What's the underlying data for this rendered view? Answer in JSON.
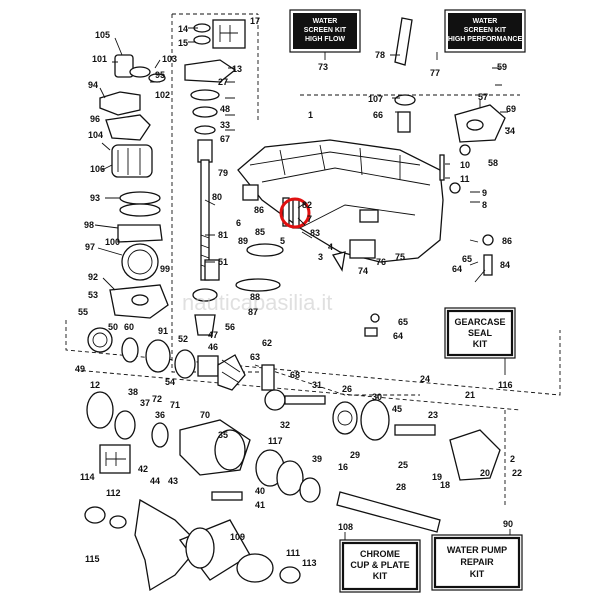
{
  "watermark": "nauticapasilia.it",
  "highlight_color": "#e01010",
  "kits": {
    "water_screen": {
      "title_lines": [
        "WATER",
        "SCREEN KIT",
        "HIGH FLOW"
      ],
      "number": "73"
    },
    "water_screen_hp": {
      "title_lines": [
        "WATER",
        "SCREEN KIT",
        "HIGH PERFORMANCE"
      ],
      "number": "77"
    },
    "gearcase_seal": {
      "title_lines": [
        "GEARCASE",
        "SEAL",
        "KIT"
      ],
      "number": "116"
    },
    "chrome_cup": {
      "title_lines": [
        "CHROME",
        "CUP & PLATE",
        "KIT"
      ],
      "number": "108"
    },
    "water_pump": {
      "title_lines": [
        "WATER PUMP",
        "REPAIR",
        "KIT"
      ],
      "number": "90"
    }
  },
  "part_labels": {
    "p14": "14",
    "p15": "15",
    "p17": "17",
    "p105": "105",
    "p101": "101",
    "p103": "103",
    "p94": "94",
    "p95": "95",
    "p13": "13",
    "p27": "27",
    "p78": "78",
    "p59": "59",
    "p96": "96",
    "p102": "102",
    "p48": "48",
    "p107": "107",
    "p57": "57",
    "p69": "69",
    "p104": "104",
    "p33": "33",
    "p67": "67",
    "p66": "66",
    "p34": "34",
    "p1": "1",
    "p106": "106",
    "p79": "79",
    "p58": "58",
    "p10": "10",
    "p11": "11",
    "p9": "9",
    "p93": "93",
    "p80": "80",
    "p86a": "86",
    "p82": "82",
    "p8": "8",
    "p6": "6",
    "p7": "7",
    "p98": "98",
    "p81": "81",
    "p85": "85",
    "p83": "83",
    "p86b": "86",
    "p97": "97",
    "p100": "100",
    "p89": "89",
    "p5": "5",
    "p4": "4",
    "p3": "3",
    "p65a": "65",
    "p64a": "64",
    "p84": "84",
    "p51": "51",
    "p74": "74",
    "p76": "76",
    "p75": "75",
    "p99": "99",
    "p92": "92",
    "p88": "88",
    "p53": "53",
    "p50": "50",
    "p87": "87",
    "p65b": "65",
    "p64b": "64",
    "p55": "55",
    "p60": "60",
    "p91": "91",
    "p47": "47",
    "p46": "46",
    "p56": "56",
    "p62": "62",
    "p52": "52",
    "p49": "49",
    "p54": "54",
    "p63": "63",
    "p68": "68",
    "p31": "31",
    "p24": "24",
    "p12": "12",
    "p38": "38",
    "p37": "37",
    "p72": "72",
    "p71": "71",
    "p70": "70",
    "p36": "36",
    "p32": "32",
    "p26": "26",
    "p30": "30",
    "p45": "45",
    "p23": "23",
    "p21": "21",
    "p35": "35",
    "p117": "117",
    "p29": "29",
    "p25": "25",
    "p22": "22",
    "p20": "20",
    "p18": "18",
    "p19": "19",
    "p2": "2",
    "p42": "42",
    "p44": "44",
    "p43": "43",
    "p40": "40",
    "p39": "39",
    "p16": "16",
    "p28": "28",
    "p114": "114",
    "p112": "112",
    "p41": "41",
    "p115": "115",
    "p109": "109",
    "p111": "111",
    "p113": "113"
  }
}
